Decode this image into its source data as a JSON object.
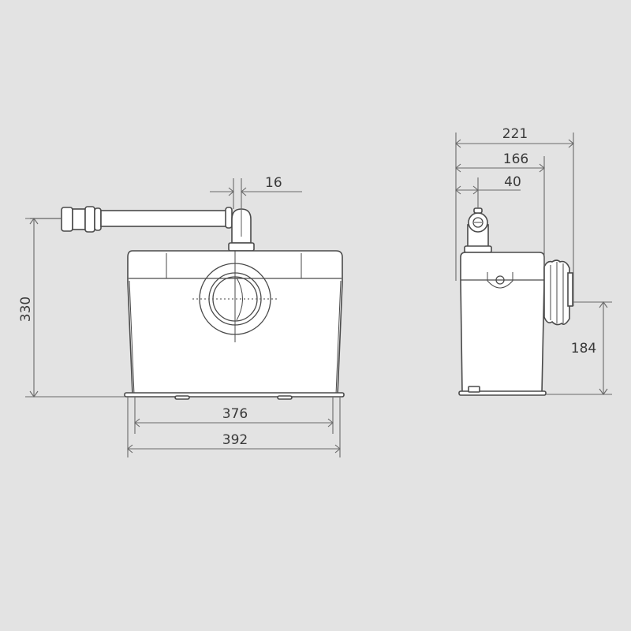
{
  "colors": {
    "background": "#e3e3e3",
    "line": "#4a4a4a",
    "fill": "#ffffff",
    "text": "#3a3a3a"
  },
  "front_view": {
    "dimensions": {
      "height_total": "330",
      "inlet_offset": "16",
      "base_width": "376",
      "overall_width": "392"
    }
  },
  "side_view": {
    "dimensions": {
      "depth_total": "221",
      "depth_to_inlet_boot": "166",
      "outlet_offset": "40",
      "inlet_height": "184"
    }
  }
}
